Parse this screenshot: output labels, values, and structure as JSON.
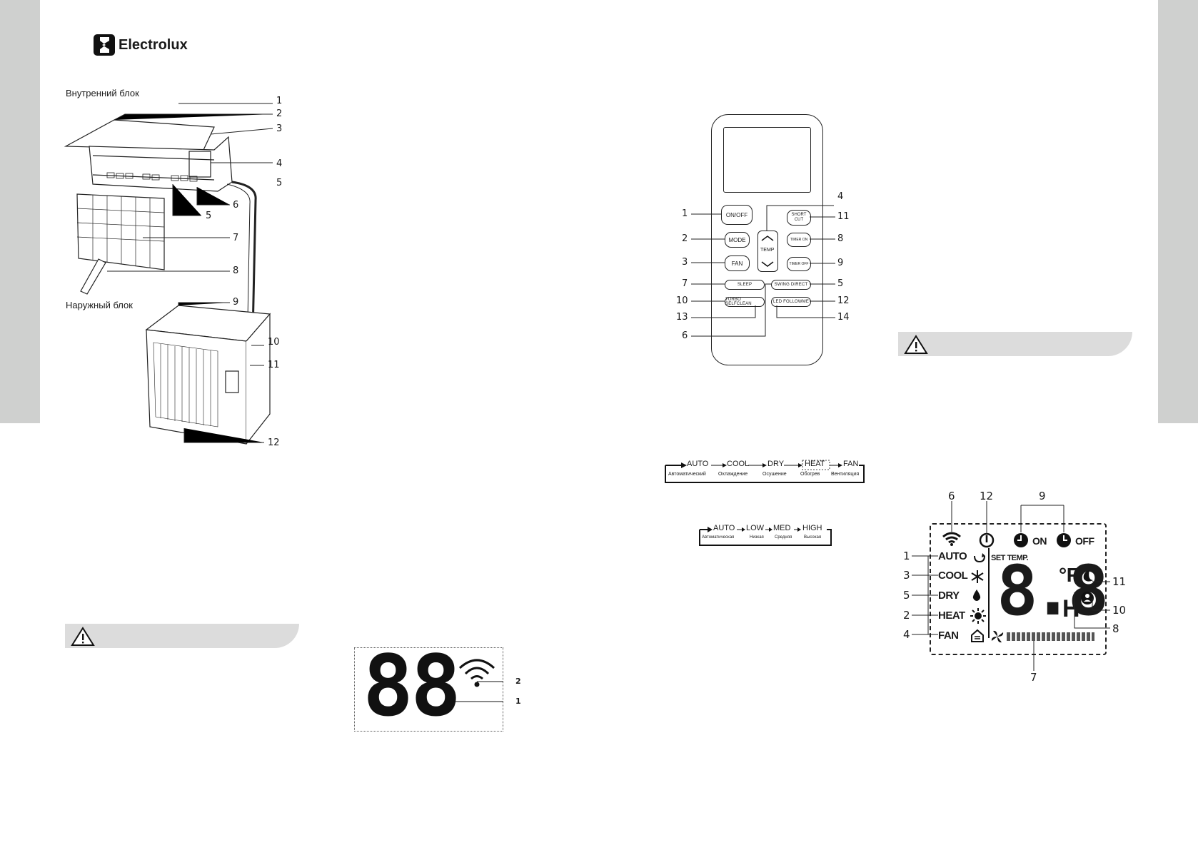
{
  "brand": {
    "name": "Electrolux"
  },
  "indoor_unit": {
    "heading": "Внутренний блок",
    "callouts": [
      "1",
      "2",
      "3",
      "4",
      "5",
      "6",
      "5",
      "7",
      "8"
    ]
  },
  "outdoor_unit": {
    "heading": "Наружный блок",
    "callouts": [
      "9",
      "10",
      "11",
      "12"
    ]
  },
  "remote": {
    "buttons": {
      "on_off": "ON/OFF",
      "mode": "MODE",
      "fan": "FAN",
      "temp": "TEMP",
      "short_cut": "SHORT CUT",
      "timer_on": "TIMER ON",
      "timer_off": "TIMER OFF",
      "sleep": "SLEEP",
      "swing": "SWING DIRECT",
      "turbo": "TURBO SELFCLEAN",
      "led": "LED FOLLOWME"
    },
    "left_callouts": [
      "1",
      "2",
      "3",
      "7",
      "10",
      "13",
      "6"
    ],
    "right_callouts": [
      "4",
      "11",
      "8",
      "9",
      "5",
      "12",
      "14"
    ]
  },
  "mode_sequence": {
    "modes": [
      "AUTO",
      "COOL",
      "DRY",
      "HEAT",
      "FAN"
    ],
    "translations": [
      "Автоматический",
      "Охлаждение",
      "Осушение",
      "Обогрев",
      "Вентиляция"
    ]
  },
  "fan_sequence": {
    "speeds": [
      "AUTO",
      "LOW",
      "MED",
      "HIGH"
    ],
    "translations": [
      "Автоматическая",
      "Низкая",
      "Средняя",
      "Высокая"
    ]
  },
  "indoor_display": {
    "digits": "88",
    "callouts": [
      "2",
      "1"
    ]
  },
  "lcd": {
    "modes": [
      "AUTO",
      "COOL",
      "DRY",
      "HEAT",
      "FAN"
    ],
    "set_temp": "SET TEMP.",
    "on": "ON",
    "off": "OFF",
    "unit_f": "°F",
    "unit_h": "H",
    "top_callouts": [
      "6",
      "12",
      "9"
    ],
    "left_callouts": [
      "1",
      "3",
      "5",
      "2",
      "4"
    ],
    "right_callouts": [
      "11",
      "10",
      "8"
    ],
    "bottom_callout": "7"
  }
}
